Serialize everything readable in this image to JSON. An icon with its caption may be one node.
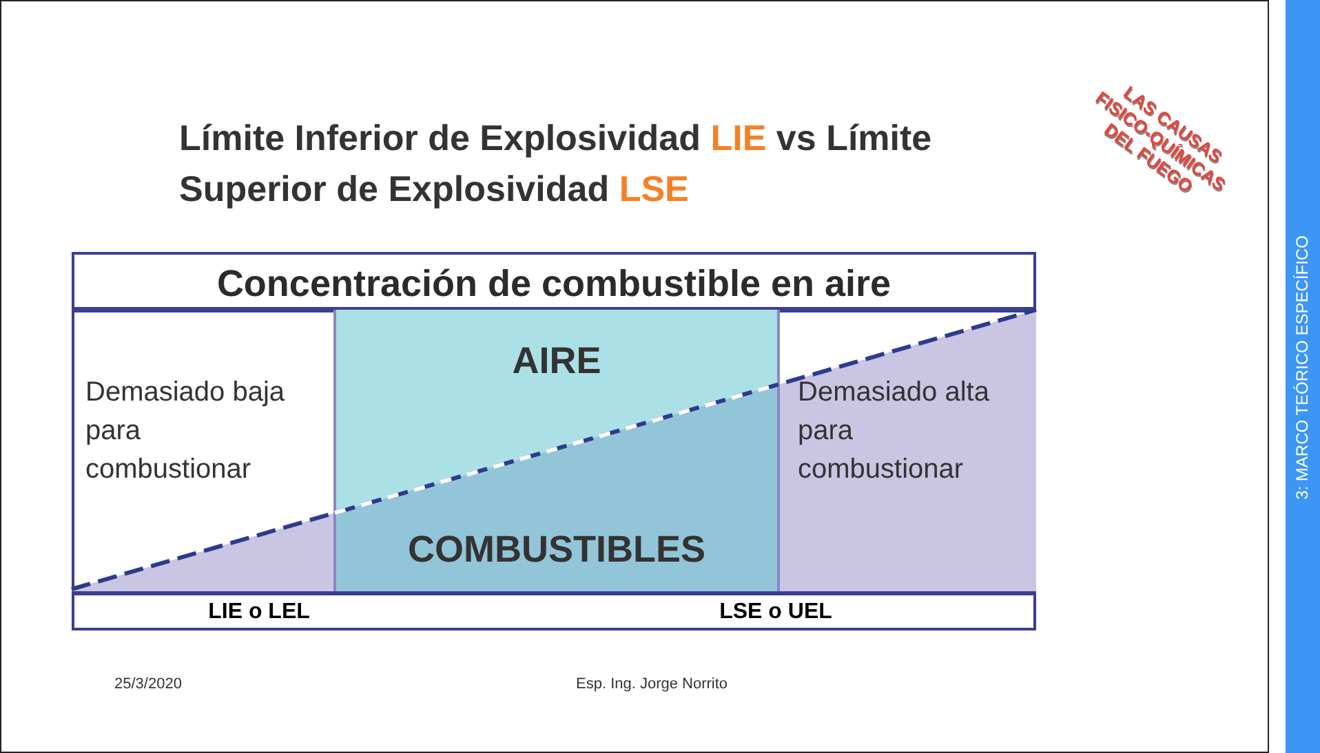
{
  "diagram": {
    "title": "Límite Inferior de Explosividad **LIE** vs Límite Superior de Explosividad **LSE**",
    "nodes": [
      {
        "text": [
          "Concentración de combustible en aire"
        ]
      },
      {
        "text": [
          "Demasiado baja para combustionar"
        ]
      },
      {
        "text": [
          "AIRE"
        ]
      },
      {
        "text": [
          "COMBUSTIBLES"
        ]
      },
      {
        "text": [
          "Demasiado alta para combustionar"
        ]
      }
    ],
    "labels": [
      "LAS CAUSAS FISICO-QUÍMICAS DEL FUEGO",
      "3: MARCO TEÓRICO ESPECÍFICO",
      "LIE o LEL",
      "LSE o UEL",
      "25/3/2020",
      "Esp. Ing. Jorge Norrito"
    ]
  }
}
